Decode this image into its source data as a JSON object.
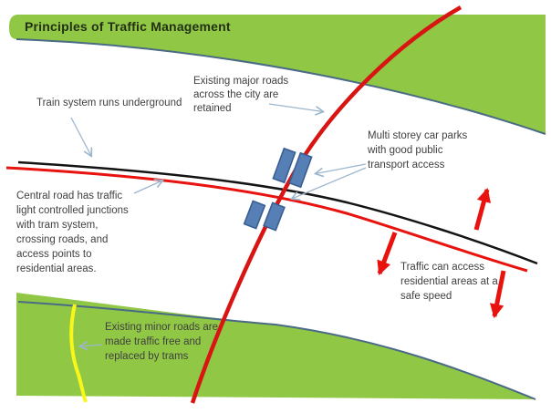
{
  "slide": {
    "title": "Principles of Traffic Management"
  },
  "labels": {
    "train": "Train system runs underground",
    "major_roads": "Existing major roads\nacross the city are\nretained",
    "car_parks": "Multi storey car parks\nwith good public\ntransport access",
    "central_road": "Central road has traffic\nlight controlled junctions\nwith tram system,\ncrossing roads, and\naccess points to\nresidential areas.",
    "traffic_access": "Traffic can access\nresidential areas at a\nsafe speed",
    "minor_roads": "Existing minor roads are\nmade traffic free and\nreplaced by trams"
  },
  "colors": {
    "green_band": "#90c846",
    "band_edge": "#4a6b85",
    "road_black": "#141414",
    "road_red": "#e8120e",
    "road_yellow": "#f8f719",
    "car_park_fill": "#567fb6",
    "car_park_stroke": "#3a5e92",
    "connector": "#9db6ce",
    "annotation_arrow_red": "#e8120e",
    "text": "#3f3f3f",
    "title_text": "#233015"
  }
}
